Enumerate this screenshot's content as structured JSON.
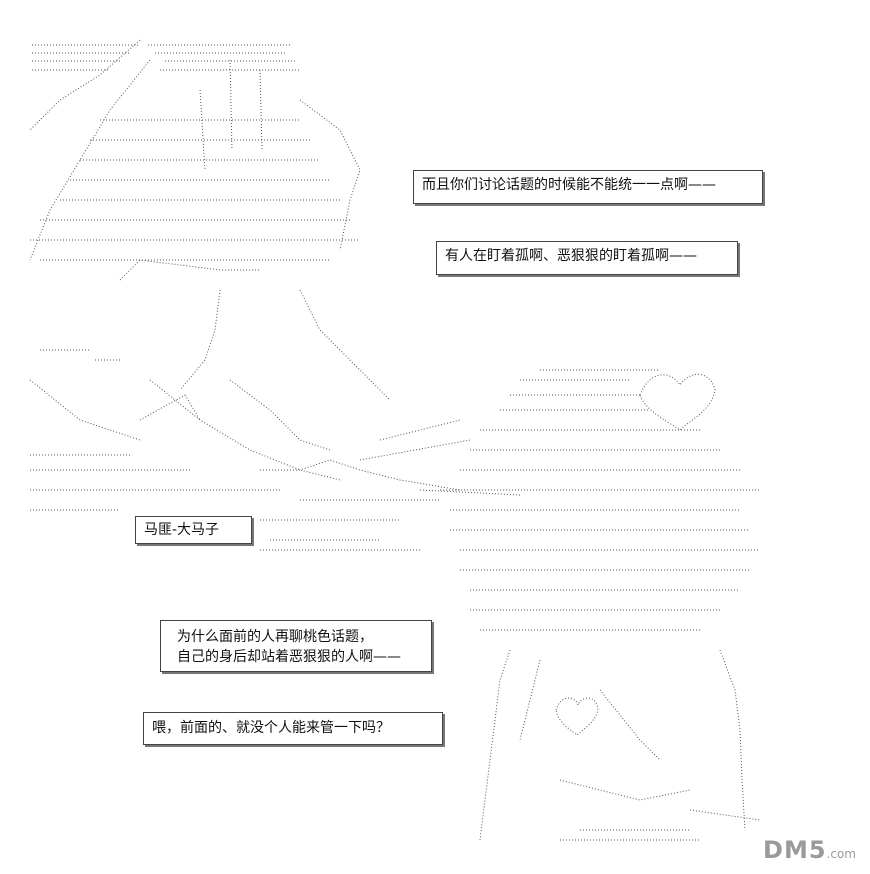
{
  "captions": {
    "c1": "而且你们讨论话题的时候能不能统一一点啊——",
    "c2": "有人在盯着孤啊、恶狠狠的盯着孤啊——",
    "c3": "马匪-大马子",
    "c4_line1": "为什么面前的人再聊桃色话题，",
    "c4_line2": "自己的身后却站着恶狠狠的人啊——",
    "c5": "喂，前面的、就没个人能来管一下吗？"
  },
  "watermark": {
    "brand": "DM5",
    "domain": ".com"
  }
}
